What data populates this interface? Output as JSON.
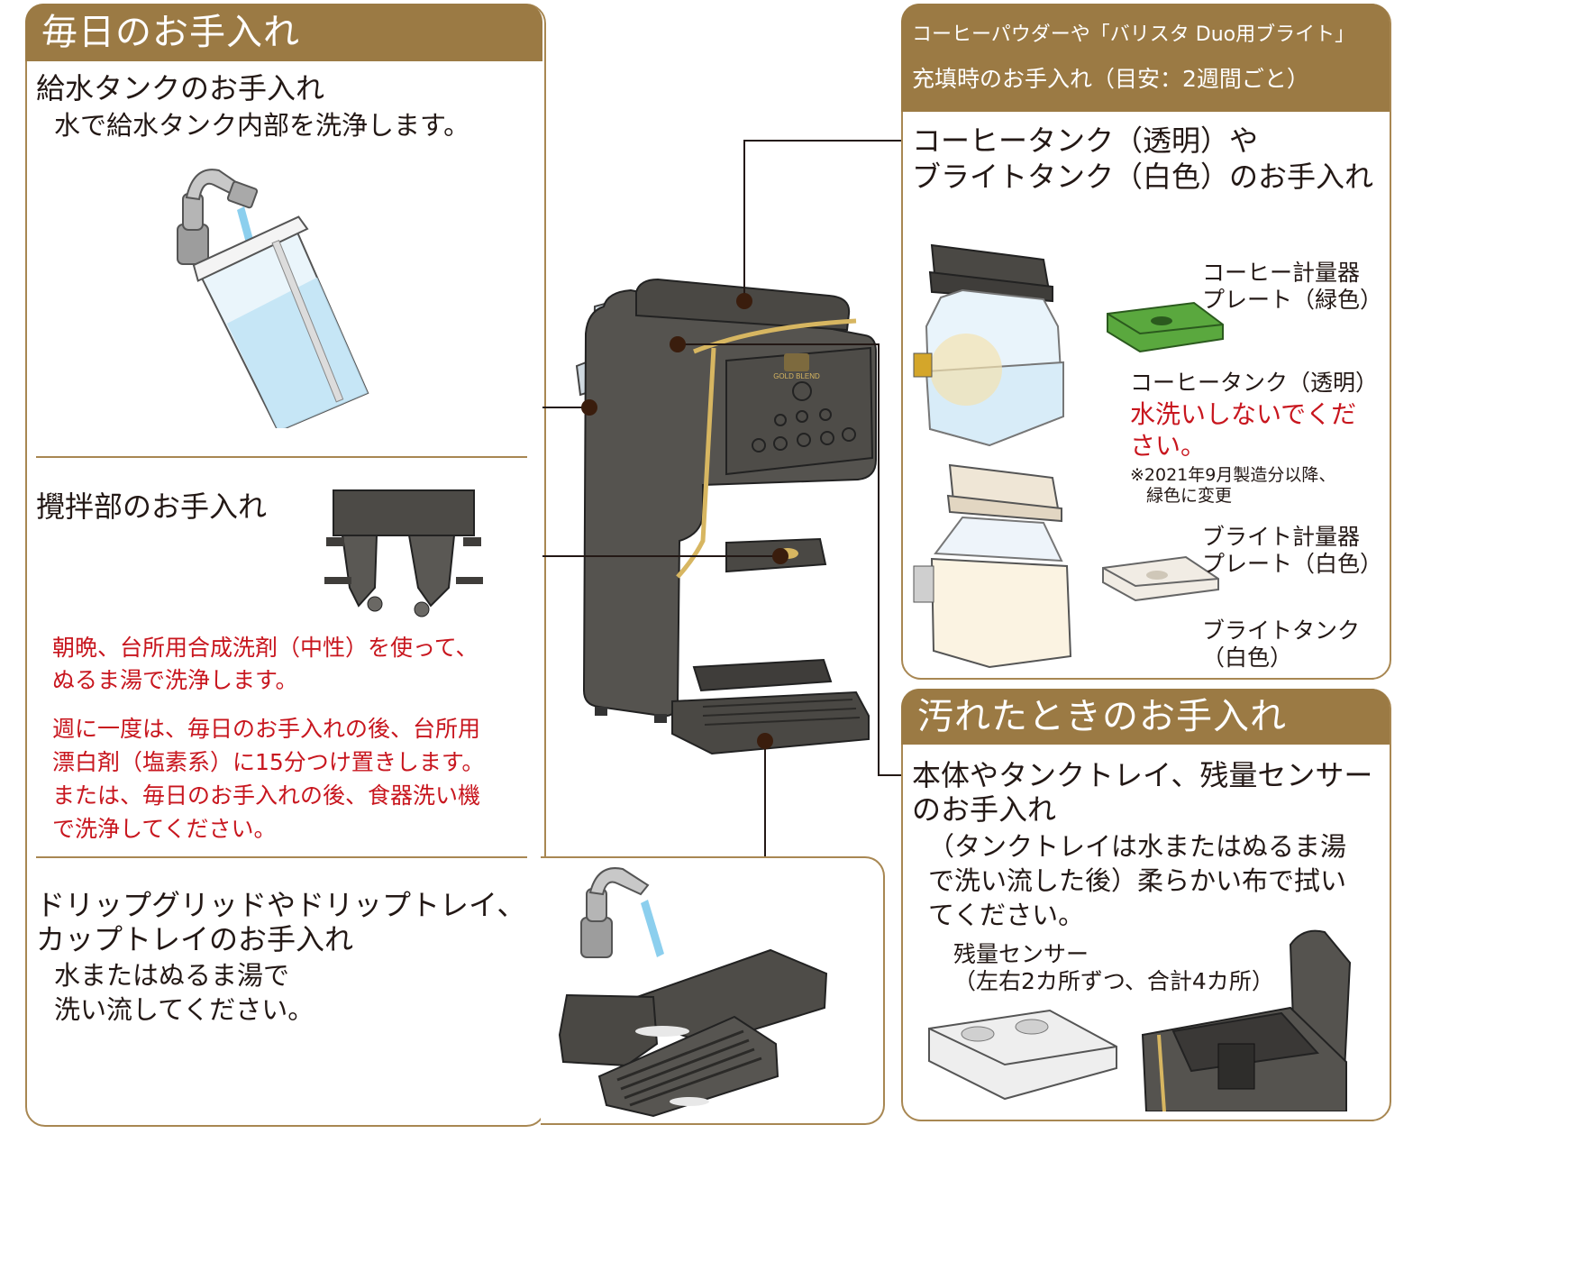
{
  "daily": {
    "header": "毎日のお手入れ",
    "water_tank": {
      "title": "給水タンクのお手入れ",
      "desc": "水で給水タンク内部を洗浄します。"
    },
    "mixer": {
      "title": "攪拌部のお手入れ",
      "note1": [
        "朝晩、台所用合成洗剤（中性）を使って、",
        "ぬるま湯で洗浄します。"
      ],
      "note2": [
        "週に一度は、毎日のお手入れの後、台所用",
        "漂白剤（塩素系）に15分つけ置きします。",
        "または、毎日のお手入れの後、食器洗い機",
        "で洗浄してください。"
      ]
    },
    "drip": {
      "title": [
        "ドリップグリッドやドリップトレイ、",
        "カップトレイのお手入れ"
      ],
      "desc": [
        "水またはぬるま湯で",
        "洗い流してください。"
      ]
    }
  },
  "refill": {
    "header": [
      "コーヒーパウダーや「バリスタ Duo用ブライト」",
      "充填時のお手入れ（目安：2週間ごと）"
    ],
    "title": [
      "コーヒータンク（透明）や",
      "ブライトタンク（白色）のお手入れ"
    ],
    "labels": {
      "coffee_plate": [
        "コーヒー計量器",
        "プレート（緑色）"
      ],
      "coffee_tank": "コーヒータンク（透明）",
      "warning": [
        "水洗いしないでくだ",
        "さい。"
      ],
      "footnote": [
        "※2021年9月製造分以降、",
        "緑色に変更"
      ],
      "bright_plate": [
        "ブライト計量器",
        "プレート（白色）"
      ],
      "bright_tank": [
        "ブライトタンク",
        "（白色）"
      ]
    }
  },
  "dirty": {
    "header": "汚れたときのお手入れ",
    "title": [
      "本体やタンクトレイ、残量センサー",
      "のお手入れ"
    ],
    "desc": [
      "（タンクトレイは水またはぬるま湯",
      "で洗い流した後）柔らかい布で拭い",
      "てください。"
    ],
    "sensor": [
      "残量センサー",
      "（左右2カ所ずつ、合計4カ所）"
    ]
  },
  "machine": {
    "brand": "GOLD BLEND"
  },
  "colors": {
    "accent": "#9b7a44",
    "warning": "#c8161e",
    "body": "#55534f",
    "green_plate": "#5aa83e"
  }
}
